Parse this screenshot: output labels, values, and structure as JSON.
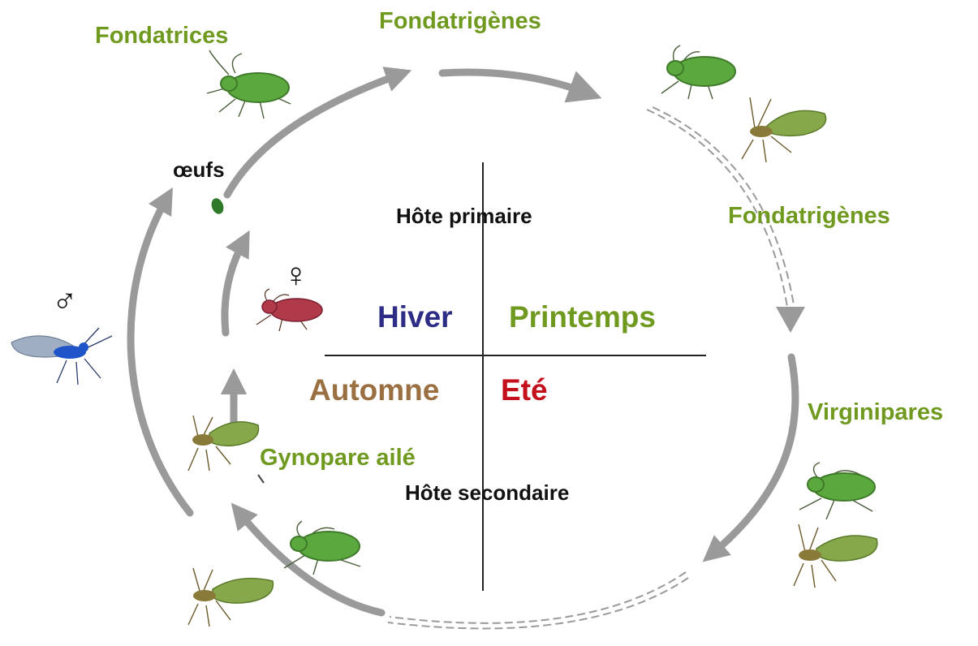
{
  "diagram": {
    "center": {
      "primary_host": "Hôte primaire",
      "secondary_host": "Hôte secondaire",
      "seasons": {
        "winter": "Hiver",
        "spring": "Printemps",
        "autumn": "Automne",
        "summer": "Eté"
      }
    },
    "stages": {
      "fondatrices": "Fondatrices",
      "fondatrigenes_top": "Fondatrigènes",
      "fondatrigenes_right": "Fondatrigènes",
      "virginipares": "Virginipares",
      "gynopare": "Gynopare ailé",
      "eggs": "œufs",
      "male_symbol": "♂",
      "female_symbol": "♀"
    },
    "colors": {
      "stage_label": "#6f9a1f",
      "winter": "#2d2d86",
      "spring": "#6f9a1f",
      "autumn": "#9a7042",
      "summer": "#c4101c",
      "arrow": "#9a9a9a",
      "aphid_green": "#5aa83e",
      "aphid_red": "#b0394a",
      "aphid_male": "#1f55c8",
      "egg": "#2f7a2a"
    }
  }
}
